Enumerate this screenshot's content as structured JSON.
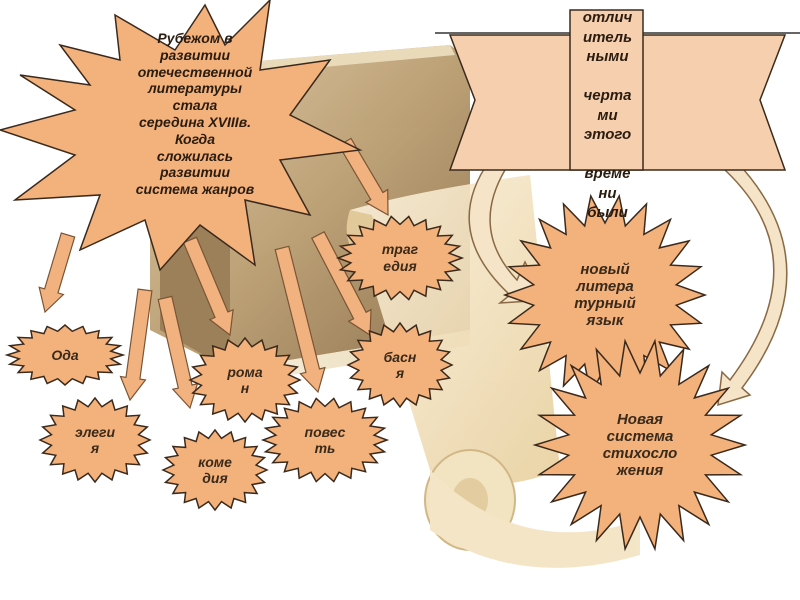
{
  "main_star": {
    "text": "Рубежом в\nразвитии\nотечественной\nлитературы\nстала\nсередина XVIIIв.\nКогда\nсложилась\nразвитии\nсистема жанров"
  },
  "banner": {
    "text": "отлич\nитель\nными\n\nчерта\nми\nэтого\n\nвреме\nни\nбыли"
  },
  "genres": {
    "oda": "Ода",
    "elegiya": "элеги\nя",
    "komediya": "коме\nдия",
    "roman": "рома\nн",
    "povest": "повес\nть",
    "basnya": "басн\nя",
    "tragediya": "траг\nедия"
  },
  "features": {
    "language": "новый\nлитера\nтурный\nязык",
    "versification": "Новая\nсистема\nстихосло\nжения"
  },
  "colors": {
    "star_fill": "#f3b17c",
    "star_stroke": "#3b2a1c",
    "arrow_fill": "#f1b27f",
    "arrow_stroke": "#7a5535",
    "banner_fill": "#f5cfae",
    "book_cover": "#b79a6c",
    "scroll": "#f3e3c2"
  }
}
